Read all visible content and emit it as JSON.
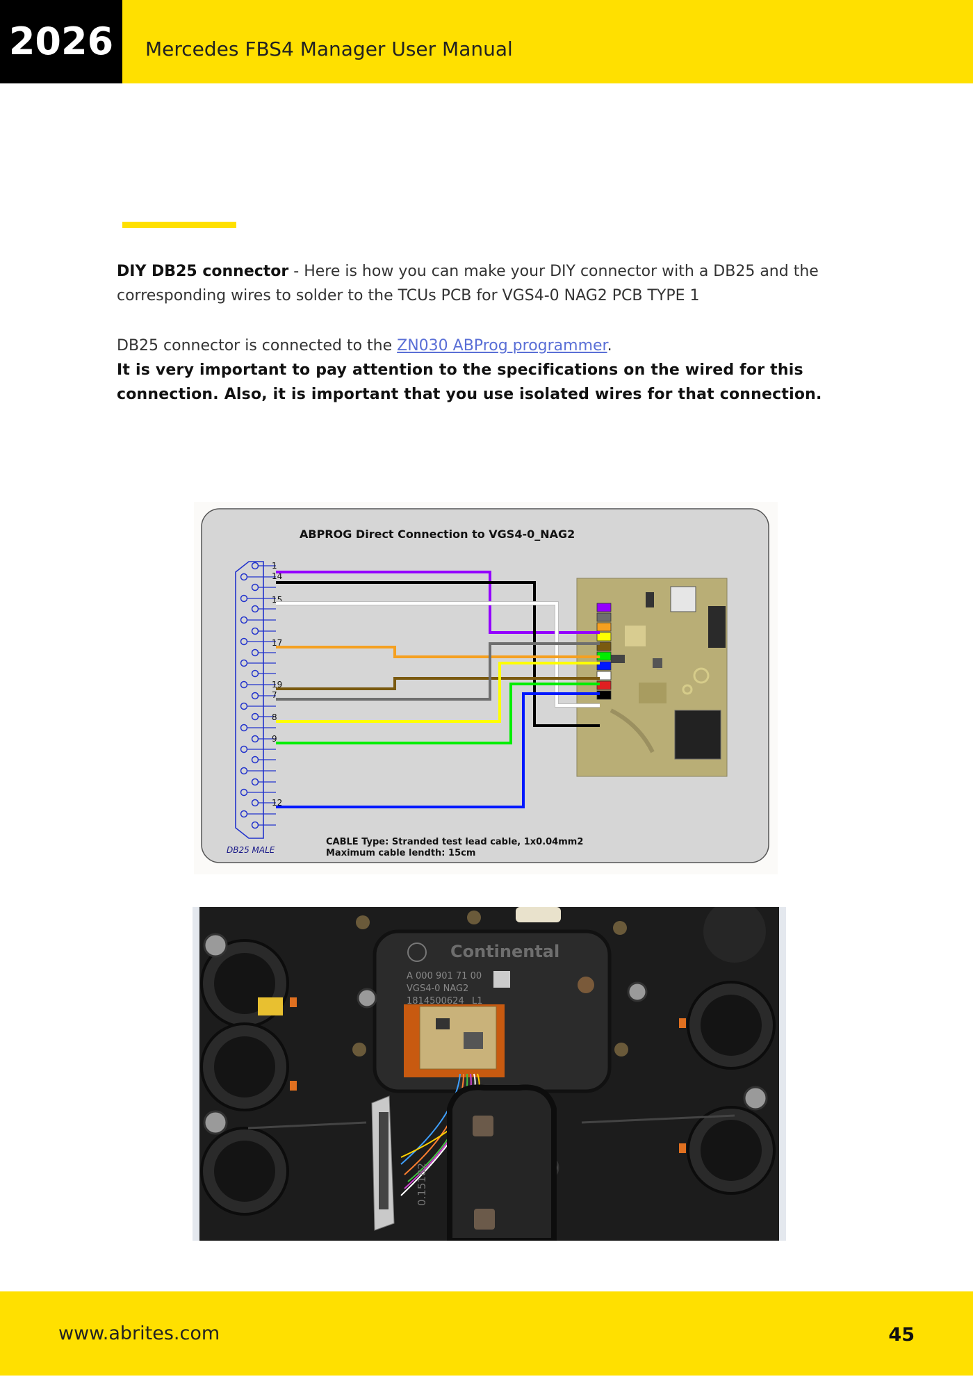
{
  "header": {
    "year": "2026",
    "title": "Mercedes FBS4 Manager User Manual"
  },
  "content": {
    "intro_bold": "DIY DB25 connector",
    "intro_text": " - Here is how you can make your DIY connector with a DB25 and the corresponding wires to solder to the TCUs PCB for VGS4-0 NAG2 PCB TYPE 1",
    "conn_prefix": "DB25 connector is connected to the ",
    "conn_link": "ZN030 ABProg programmer",
    "conn_suffix": ".",
    "warning": "It is very important to pay attention to the specifications on the wired for this connection. Also, it is important that you use isolated wires for that connection."
  },
  "diagram": {
    "title": "ABPROG Direct Connection to VGS4-0_NAG2",
    "connector_label": "DB25 MALE",
    "cable_type": "CABLE Type: Stranded test lead cable, 1x0.04mm2",
    "cable_length": "Maximum cable lendth: 15cm",
    "pin_labels": [
      "1",
      "14",
      "15",
      "17",
      "19",
      "7",
      "8",
      "9",
      "12"
    ],
    "wire_colors": {
      "pin1": "#9400ff",
      "pin14": "#000000",
      "pin15": "#ffffff",
      "pin17": "#f5a020",
      "pin19": "#7a5a10",
      "pin7": "#6e6e6e",
      "pin8": "#ffff00",
      "pin9": "#00ee00",
      "pin12": "#0018ff"
    }
  },
  "photo": {
    "brand": "Continental",
    "part_number": "A 000 901 71 00",
    "model": "VGS4-0 NAG2",
    "serial": "1814500624",
    "lot": "L1",
    "side_text": "0.15182"
  },
  "footer": {
    "website": "www.abrites.com",
    "page_number": "45"
  }
}
